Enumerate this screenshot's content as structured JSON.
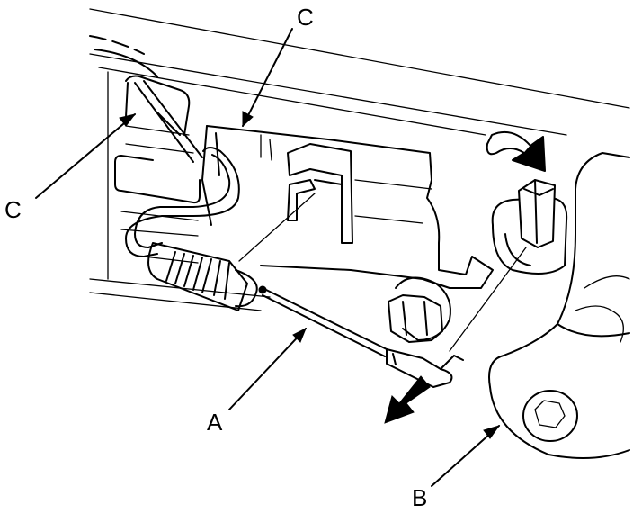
{
  "labels": {
    "a": "A",
    "b": "B",
    "c_top": "C",
    "c_left": "C"
  }
}
